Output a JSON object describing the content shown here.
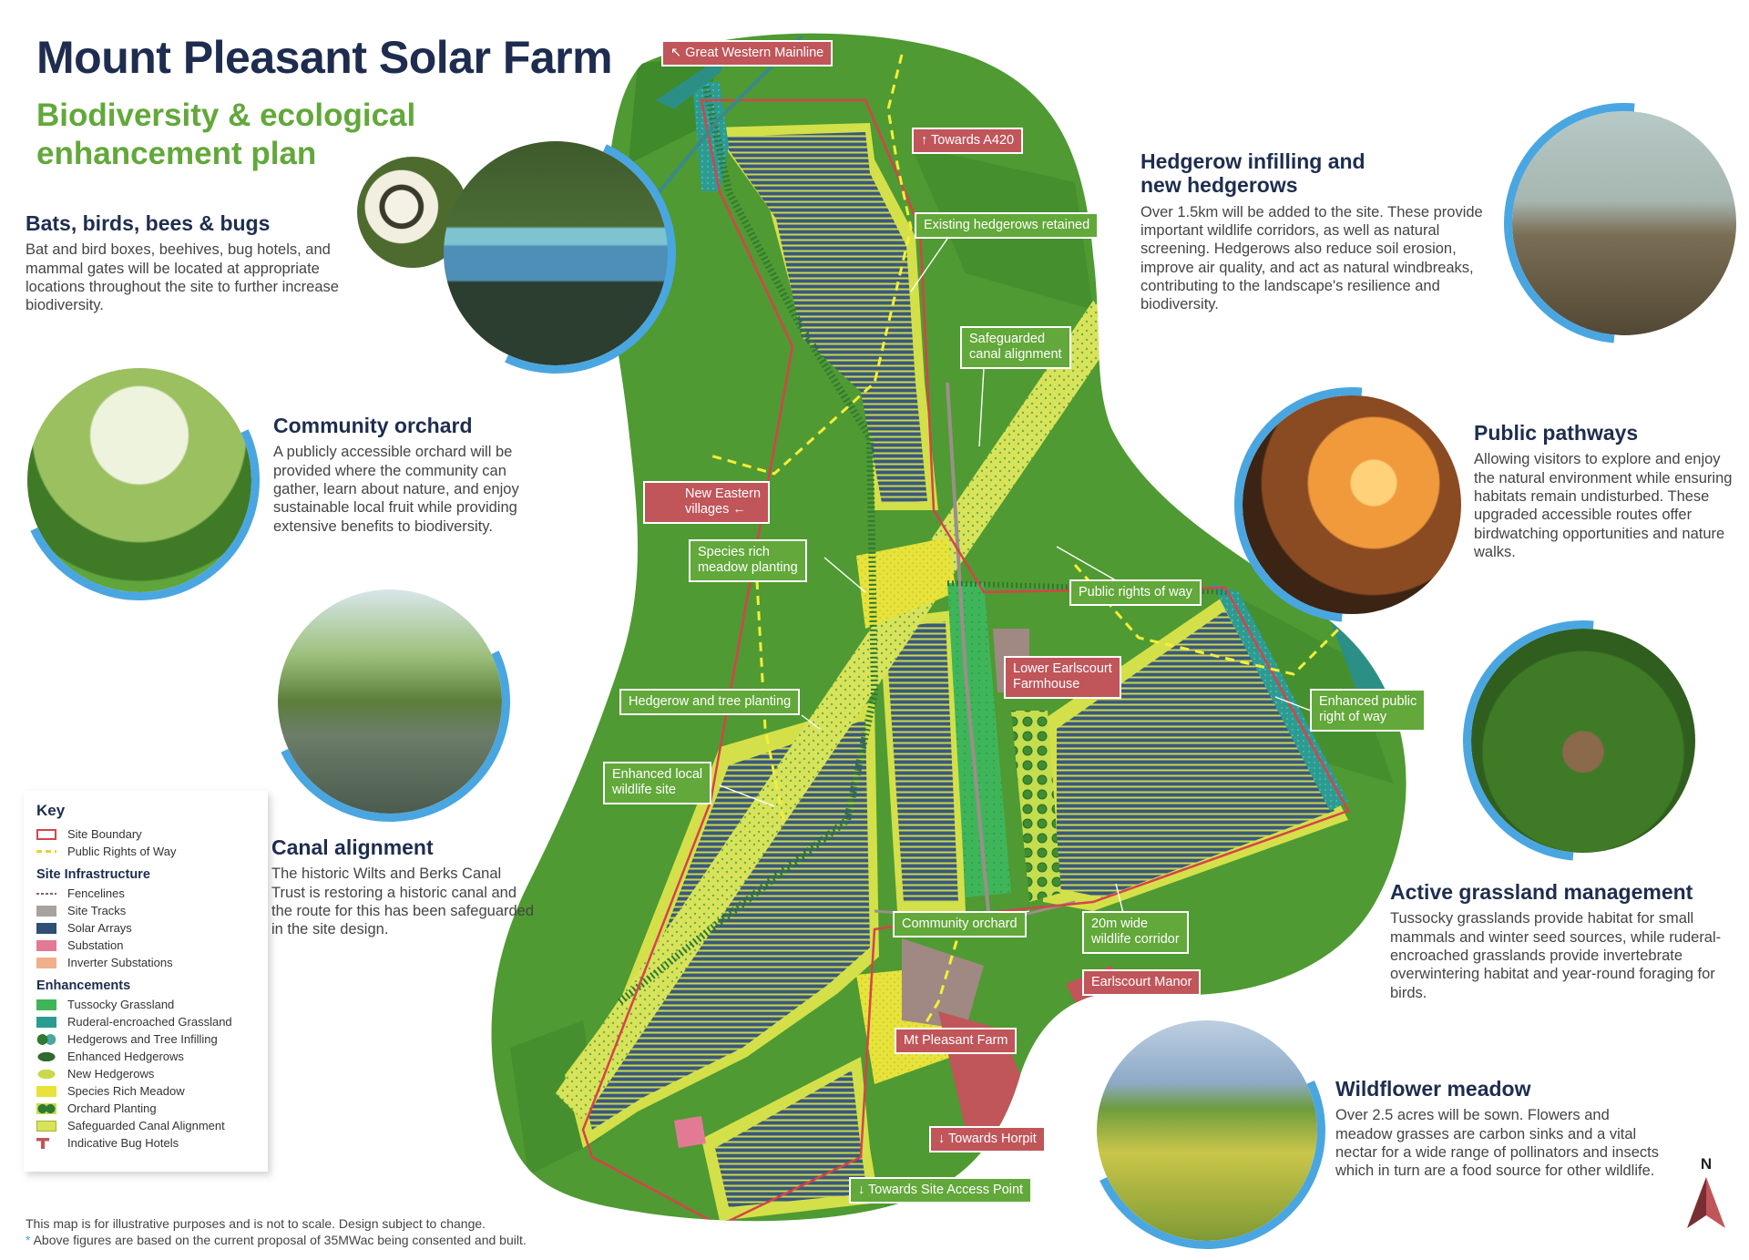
{
  "title": "Mount Pleasant Solar Farm",
  "subtitle": "Biodiversity & ecological enhancement plan",
  "features": {
    "bats": {
      "heading": "Bats, birds, bees & bugs",
      "text": "Bat and bird boxes, beehives, bug hotels, and mammal gates will be located at appropriate locations throughout the site to further increase biodiversity."
    },
    "orchard": {
      "heading": "Community orchard",
      "text": "A publicly accessible orchard will be provided where the community can gather, learn about nature, and enjoy sustainable local fruit while providing extensive benefits to biodiversity."
    },
    "canal": {
      "heading": "Canal alignment",
      "text": "The historic Wilts and Berks Canal Trust is restoring a historic canal and the route for this has been safeguarded in the site design."
    },
    "hedgerow": {
      "heading": "Hedgerow infilling and new hedgerows",
      "text": "Over 1.5km will be added to the site. These provide important wildlife corridors, as well as natural screening. Hedgerows also reduce soil erosion, improve air quality, and act as natural windbreaks, contributing to the landscape's resilience and biodiversity."
    },
    "pathways": {
      "heading": "Public pathways",
      "text": "Allowing visitors to explore and enjoy the natural environment while ensuring habitats remain undisturbed. These upgraded accessible routes offer birdwatching opportunities and nature walks."
    },
    "grassland": {
      "heading": "Active grassland management",
      "text": "Tussocky grasslands provide habitat for small mammals and winter seed sources, while ruderal-encroached grasslands provide invertebrate overwintering habitat and year-round foraging for birds."
    },
    "wildflower": {
      "heading": "Wildflower meadow",
      "text": "Over 2.5 acres will be sown. Flowers and meadow grasses are carbon sinks and a vital nectar for a wide range of pollinators and insects which in turn are a food source for other wildlife."
    }
  },
  "map_labels": {
    "great_western": "↖ Great Western Mainline",
    "towards_a420": "↑ Towards A420",
    "existing_hedgerows": "Existing hedgerows retained",
    "safeguarded_canal": "Safeguarded\ncanal alignment",
    "new_eastern": "New Eastern\nvillages ←",
    "species_rich": "Species rich\nmeadow planting",
    "public_rights": "Public rights of way",
    "lower_earlscourt": "Lower Earlscourt\nFarmhouse",
    "enhanced_public": "Enhanced public\nright of way",
    "hedgerow_tree": "Hedgerow and tree planting",
    "enhanced_wildlife": "Enhanced local\nwildlife site",
    "community_orchard": "Community orchard",
    "wildlife_corridor": "20m wide\nwildlife corridor",
    "earlscourt_manor": "Earlscourt Manor",
    "mt_pleasant_farm": "Mt Pleasant Farm",
    "towards_horpit": "↓ Towards Horpit",
    "towards_access": "↓ Towards Site Access Point"
  },
  "key": {
    "title": "Key",
    "top_items": [
      {
        "label": "Site Boundary",
        "swatch": "boundary"
      },
      {
        "label": "Public Rights of Way",
        "swatch": "prow"
      }
    ],
    "infra_title": "Site Infrastructure",
    "infra_items": [
      {
        "label": "Fencelines",
        "swatch": "fence"
      },
      {
        "label": "Site Tracks",
        "swatch": "tracks"
      },
      {
        "label": "Solar Arrays",
        "swatch": "solar"
      },
      {
        "label": "Substation",
        "swatch": "substation"
      },
      {
        "label": "Inverter Substations",
        "swatch": "inverter"
      }
    ],
    "enh_title": "Enhancements",
    "enh_items": [
      {
        "label": "Tussocky Grassland",
        "swatch": "tussocky"
      },
      {
        "label": "Ruderal-encroached Grassland",
        "swatch": "ruderal"
      },
      {
        "label": "Hedgerows and Tree Infilling",
        "swatch": "hedgetree"
      },
      {
        "label": "Enhanced Hedgerows",
        "swatch": "enhhedge"
      },
      {
        "label": "New Hedgerows",
        "swatch": "newhedge"
      },
      {
        "label": "Species Rich Meadow",
        "swatch": "meadow"
      },
      {
        "label": "Orchard Planting",
        "swatch": "orchard"
      },
      {
        "label": "Safeguarded Canal Alignment",
        "swatch": "canal"
      },
      {
        "label": "Indicative Bug Hotels",
        "swatch": "bughotel"
      }
    ]
  },
  "footnote": {
    "line1": "This map is for illustrative purposes and is not to scale. Design subject to change.",
    "line2": "Above figures are based on the current proposal of 35MWac being consented and built.",
    "star": "*"
  },
  "north_label": "N",
  "colors": {
    "navy": "#1e2d4f",
    "green_accent": "#62a83a",
    "map_green": "#4f9a32",
    "field_green": "#5fae38",
    "solar_blue": "#2f4f74",
    "meadow_yellow": "#e8e23a",
    "tag_red": "#c0555a",
    "ring_blue": "#4aa6e0"
  },
  "icons": [
    "house-icon",
    "north-arrow-icon"
  ]
}
